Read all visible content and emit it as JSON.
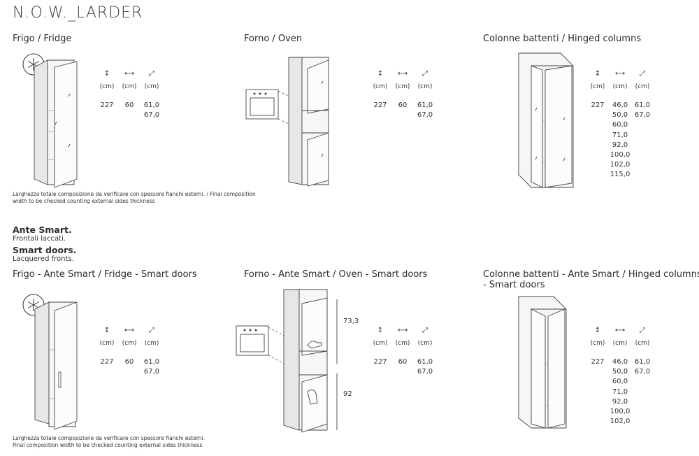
{
  "title": "N.O.W._LARDER",
  "top_sections": {
    "fridge": {
      "heading": "Frigo / Fridge",
      "height": "227",
      "width": "60",
      "depths": [
        "61,0",
        "67,0"
      ],
      "icon": "snowflake-icon"
    },
    "oven": {
      "heading": "Forno / Oven",
      "height": "227",
      "width": "60",
      "depths": [
        "61,0",
        "67,0"
      ]
    },
    "hinged": {
      "heading": "Colonne battenti / Hinged columns",
      "height": "227",
      "widths": [
        "46,0",
        "50,0",
        "60,0",
        "71,0",
        "92,0",
        "100,0",
        "102,0",
        "115,0"
      ],
      "depths": [
        "61,0",
        "67,0"
      ]
    },
    "note": "Larghezza totale composizione da verificare con spessore fianchi esterni. / Final composition width to be checked counting external sides thickness"
  },
  "smart_info": {
    "it_title": "Ante Smart.",
    "it_sub": "Frontali laccati.",
    "en_title": "Smart doors.",
    "en_sub": "Lacquered fronts."
  },
  "bottom_sections": {
    "fridge": {
      "heading": "Frigo - Ante Smart / Fridge - Smart doors",
      "height": "227",
      "width": "60",
      "depths": [
        "61,0",
        "67,0"
      ],
      "icon": "snowflake-icon"
    },
    "oven": {
      "heading": "Forno - Ante Smart / Oven - Smart doors",
      "height": "227",
      "width": "60",
      "depths": [
        "61,0",
        "67,0"
      ],
      "dim_top": "73,3",
      "dim_bottom": "92"
    },
    "hinged": {
      "heading_line1": "Colonne battenti - Ante Smart / Hinged columns",
      "heading_line2": "- Smart doors",
      "height": "227",
      "widths": [
        "46,0",
        "50,0",
        "60,0",
        "71,0",
        "92,0",
        "100,0",
        "102,0"
      ],
      "depths": [
        "61,0",
        "67,0"
      ]
    },
    "note_line1": "Larghezza totale composizione da verificare con spessore fianchi esterni.",
    "note_line2": "Final composition width to be checked counting external sides thickness"
  },
  "units": {
    "height_icon": "height-arrow-icon",
    "width_icon": "width-arrow-icon",
    "depth_icon": "depth-arrow-icon",
    "unit_label": "(cm)"
  }
}
